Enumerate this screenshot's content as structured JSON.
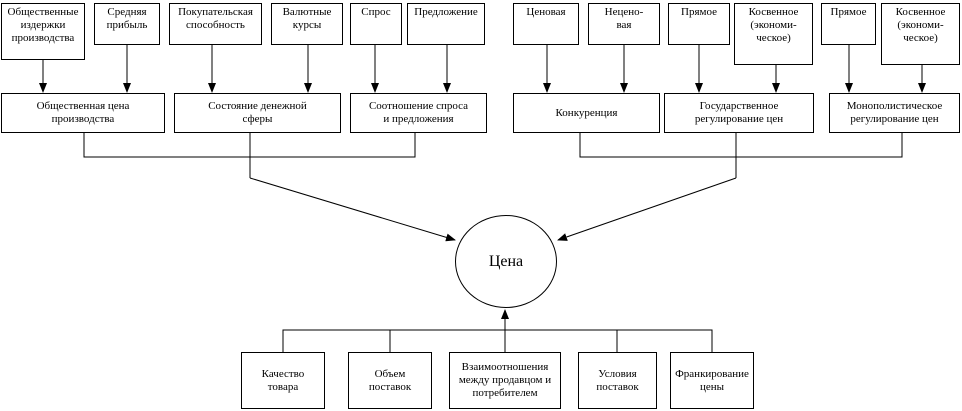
{
  "top_factors": [
    "Общественные\nиздержки\nпроизводства",
    "Средняя\nприбыль",
    "Покупательская\nспособность",
    "Валютные\nкурсы",
    "Спрос",
    "Предложение",
    "Ценовая",
    "Нецено-\nвая",
    "Прямое",
    "Косвенное\n(экономи-\nческое)",
    "Прямое",
    "Косвенное\n(экономи-\nческое)"
  ],
  "middle_factors": [
    "Общественная цена\nпроизводства",
    "Состояние денежной\nсферы",
    "Соотношение спроса\nи предложения",
    "Конкуренция",
    "Государственное\nрегулирование цен",
    "Монополистическое\nрегулирование цен"
  ],
  "center": {
    "label": "Цена"
  },
  "bottom_factors": [
    "Качество\nтовара",
    "Объем\nпоставок",
    "Взаимоотношения\nмежду продавцом и\nпотребителем",
    "Условия\nпоставок",
    "Франкирование\nцены"
  ]
}
